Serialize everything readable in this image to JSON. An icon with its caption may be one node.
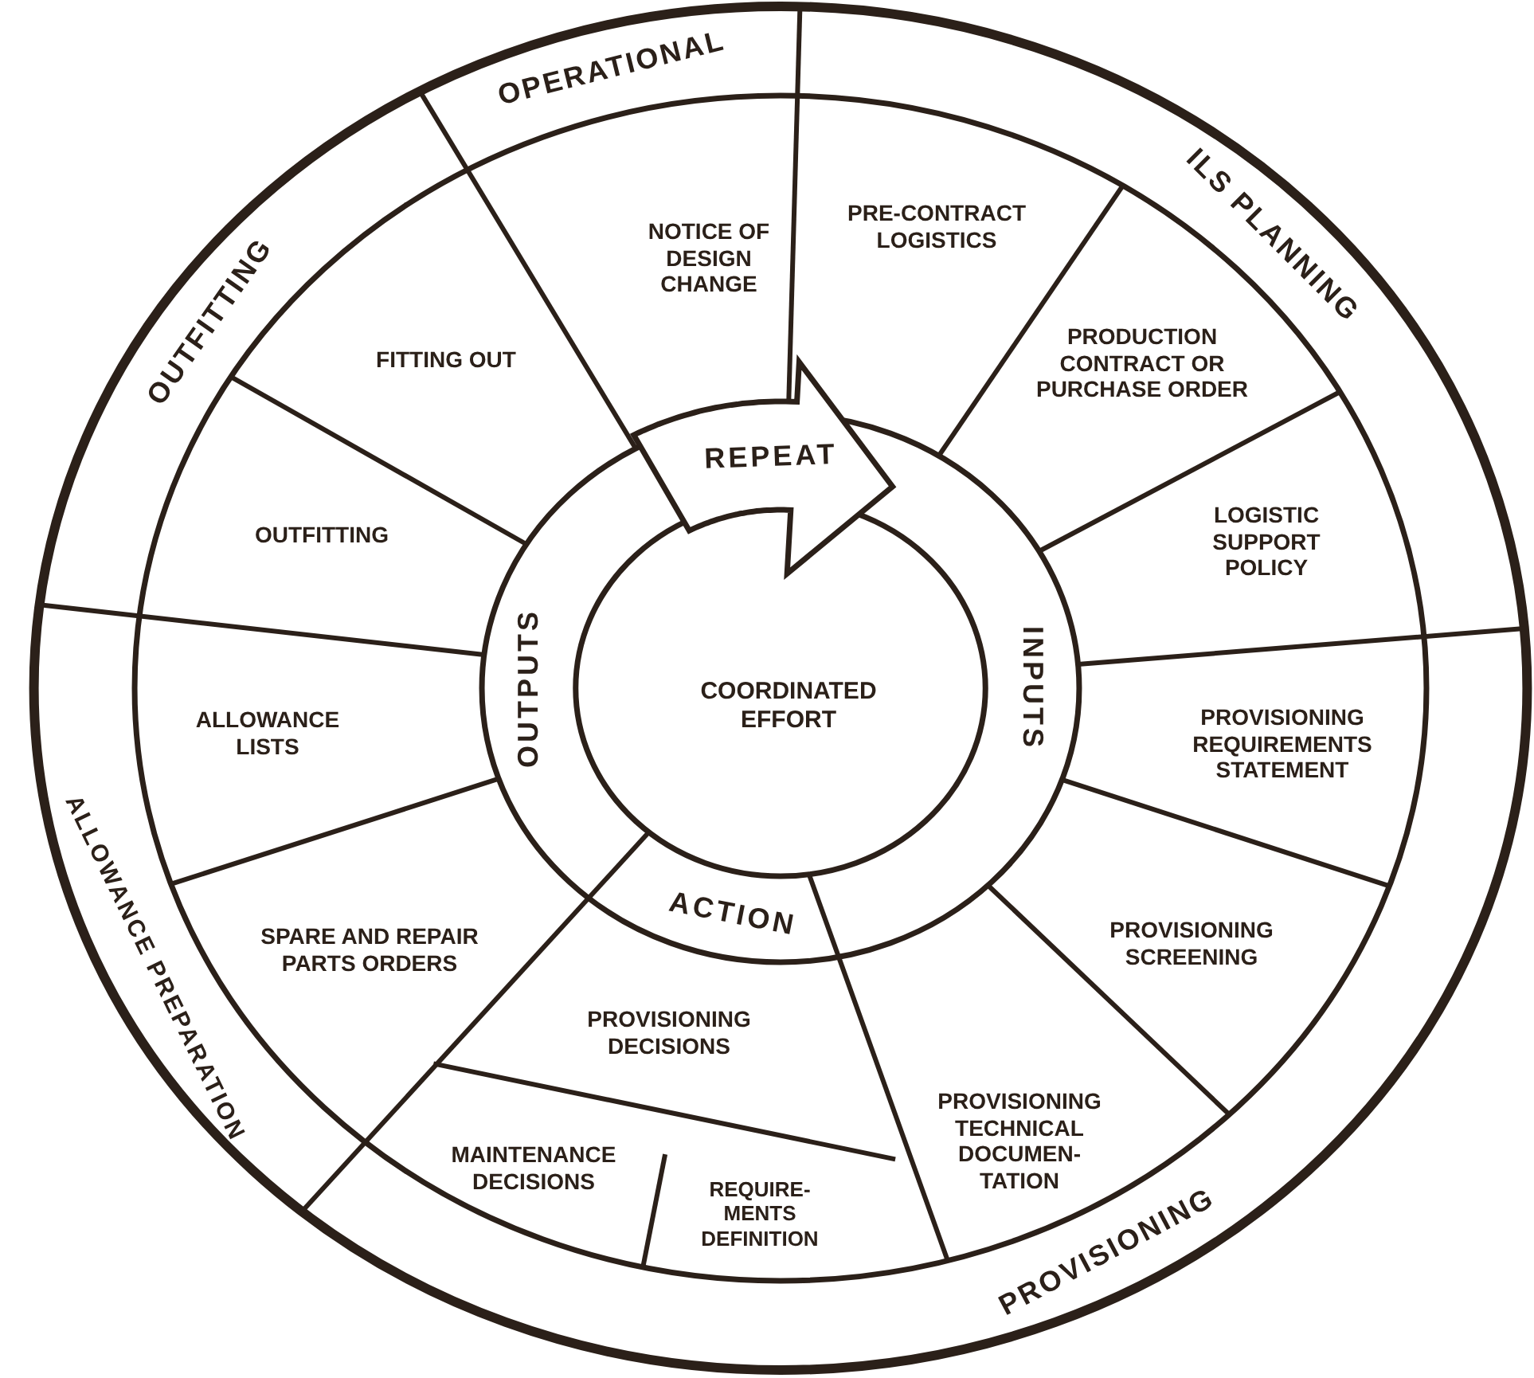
{
  "diagram": {
    "nodes": [
      {
        "text": [
          "OPERATIONAL"
        ]
      },
      {
        "text": [
          "ILS PLANNING"
        ]
      },
      {
        "text": [
          "PROVISIONING"
        ]
      },
      {
        "text": [
          "ALLOWANCE PREPARATION"
        ]
      },
      {
        "text": [
          "OUTFITTING"
        ]
      },
      {
        "text": [
          "NOTICE OF DESIGN CHANGE"
        ]
      },
      {
        "text": [
          "PRE-CONTRACT LOGISTICS"
        ]
      },
      {
        "text": [
          "PRODUCTION CONTRACT OR PURCHASE ORDER"
        ]
      },
      {
        "text": [
          "LOGISTIC SUPPORT POLICY"
        ]
      },
      {
        "text": [
          "PROVISIONING REQUIREMENTS STATEMENT"
        ]
      },
      {
        "text": [
          "PROVISIONING SCREENING"
        ]
      },
      {
        "text": [
          "PROVISIONING TECHNICAL DOCUMEN- TATION"
        ]
      },
      {
        "text": [
          "PROVISIONING DECISIONS"
        ]
      },
      {
        "text": [
          "REQUIRE- MENTS DEFINITION"
        ]
      },
      {
        "text": [
          "MAINTENANCE DECISIONS"
        ]
      },
      {
        "text": [
          "SPARE AND REPAIR PARTS ORDERS"
        ]
      },
      {
        "text": [
          "ALLOWANCE LISTS"
        ]
      },
      {
        "text": [
          "OUTFITTING"
        ]
      },
      {
        "text": [
          "FITTING OUT"
        ]
      },
      {
        "text": [
          "COORDINATED EFFORT"
        ]
      }
    ],
    "labels": [
      "REPEAT",
      "INPUTS",
      "ACTION",
      "OUTPUTS"
    ]
  }
}
